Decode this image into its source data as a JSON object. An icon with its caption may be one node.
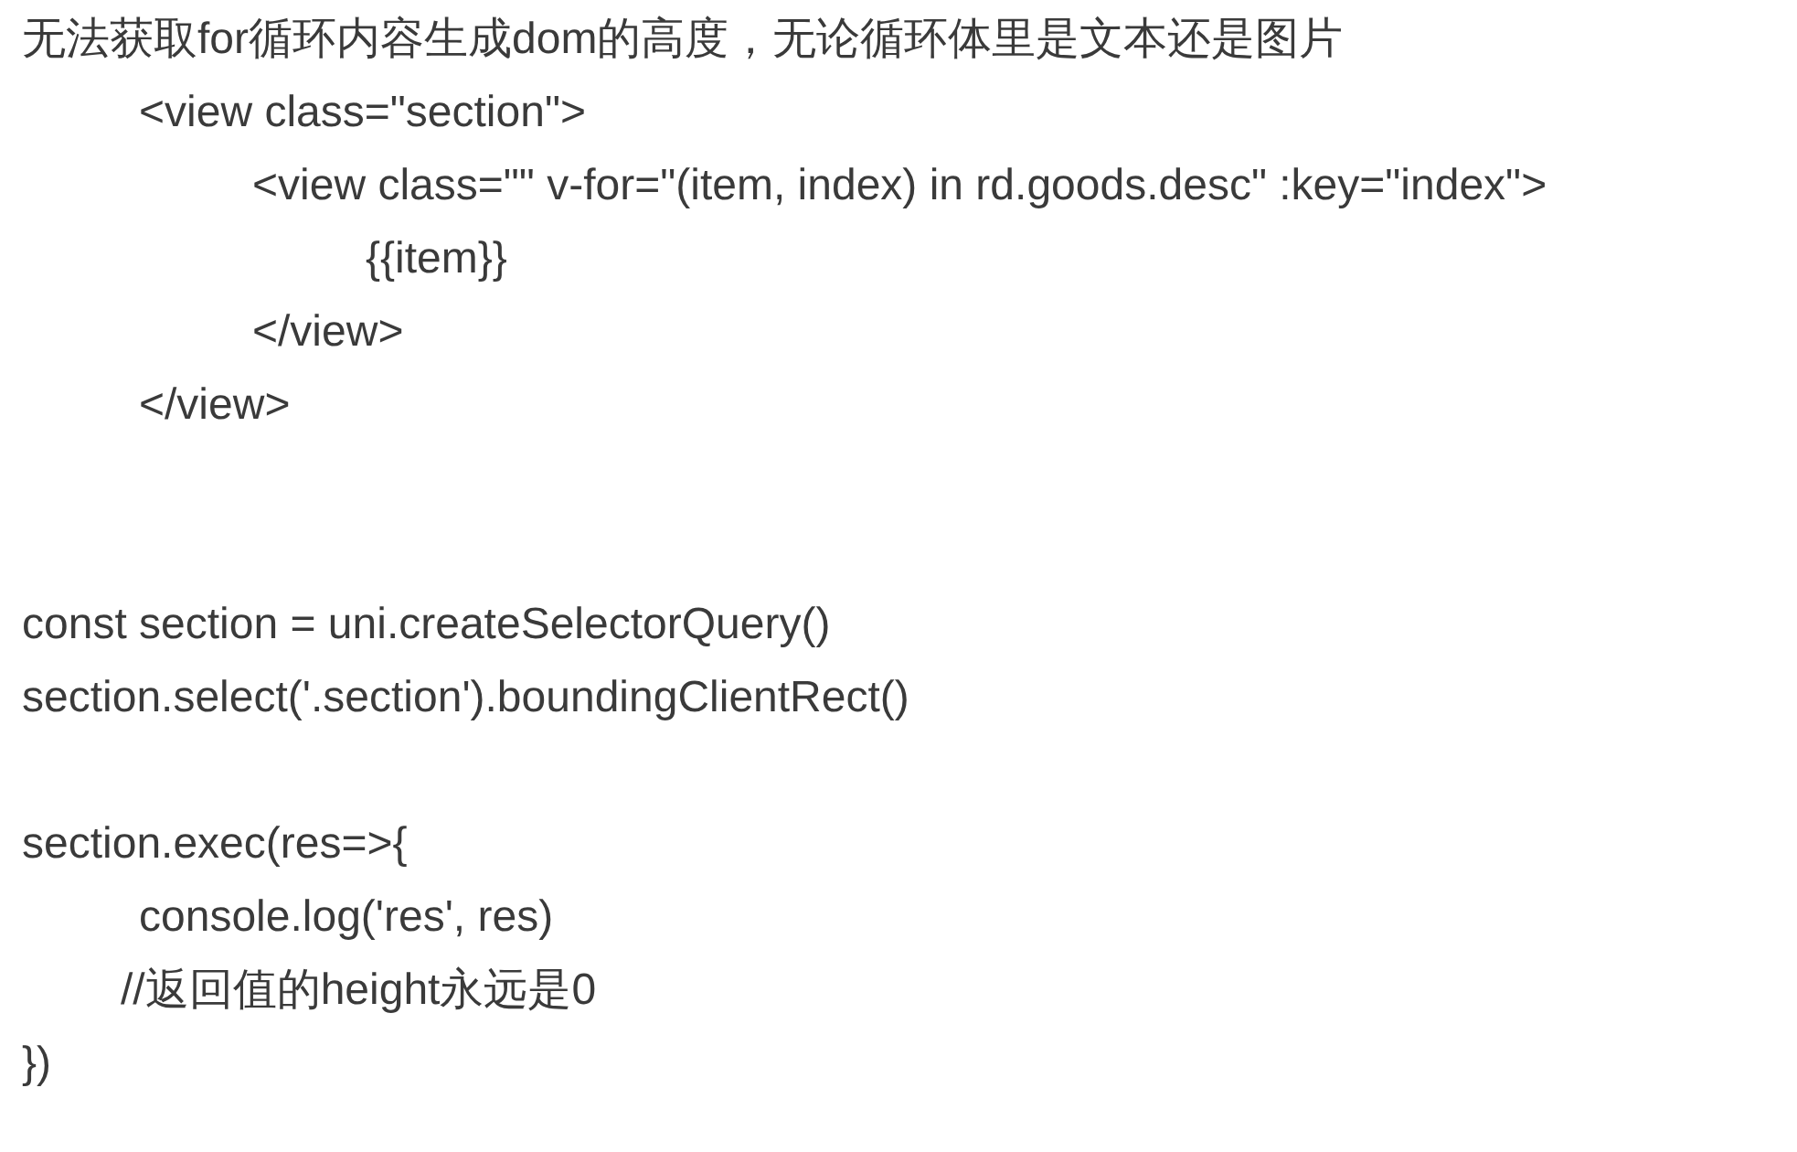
{
  "diagram": {
    "title": "无法获取for循环内容生成dom的高度，无论循环体里是文本还是图片",
    "labels": [
      "<view class=\"section\">",
      "<view class=\"\" v-for=\"(item, index) in rd.goods.desc\" :key=\"index\">",
      "{{item}}",
      "</view>",
      "</view>",
      "const section = uni.createSelectorQuery()",
      "section.select('.section').boundingClientRect()",
      "section.exec(res=>{",
      "console.log('res', res)",
      "//返回值的height永远是0",
      "})"
    ]
  }
}
